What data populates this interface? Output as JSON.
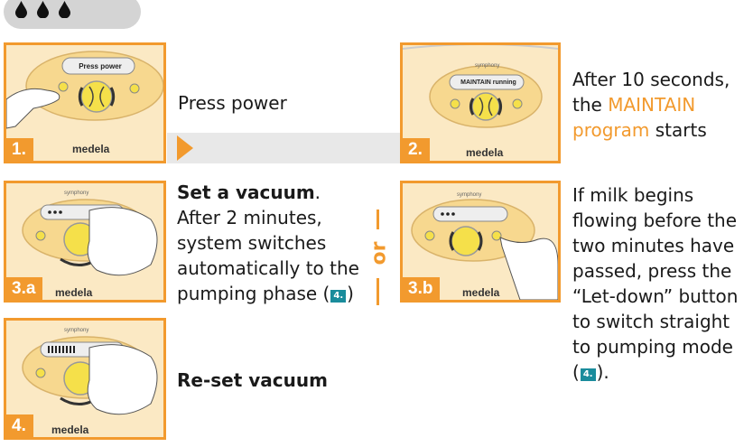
{
  "step1": {
    "number": "1.",
    "display": "Press power",
    "brand": "medela",
    "caption": "Press power"
  },
  "step2": {
    "number": "2.",
    "display": "MAINTAIN running",
    "brand": "medela",
    "small": "symphony",
    "caption_a": "After 10 seconds,",
    "caption_b": "the ",
    "caption_c": "MAINTAIN",
    "caption_d": "program",
    "caption_e": " starts"
  },
  "step3a": {
    "number": "3.a",
    "brand": "medela",
    "small": "symphony",
    "title": "Set a vacuum",
    "title_end": ".",
    "lines": [
      "After 2 minutes,",
      "system switches",
      "automatically to the",
      "pumping phase ("
    ],
    "ref": "4.",
    "ref_end": ")"
  },
  "or": "or",
  "step3b": {
    "number": "3.b",
    "brand": "medela",
    "small": "symphony",
    "lines": [
      "If milk begins",
      "flowing before the",
      "two minutes have",
      "passed, press the",
      "“Let-down” button",
      "to switch straight",
      "to pumping mode"
    ],
    "ref_open": "(",
    "ref": "4.",
    "ref_end": ")."
  },
  "step4": {
    "number": "4.",
    "brand": "medela",
    "small": "symphony",
    "caption": "Re-set vacuum"
  },
  "colors": {
    "accent": "#f29a2e",
    "ref_badge": "#1a8c9c",
    "panel_bg": "#fbe9c4",
    "knob": "#f5e04a"
  }
}
